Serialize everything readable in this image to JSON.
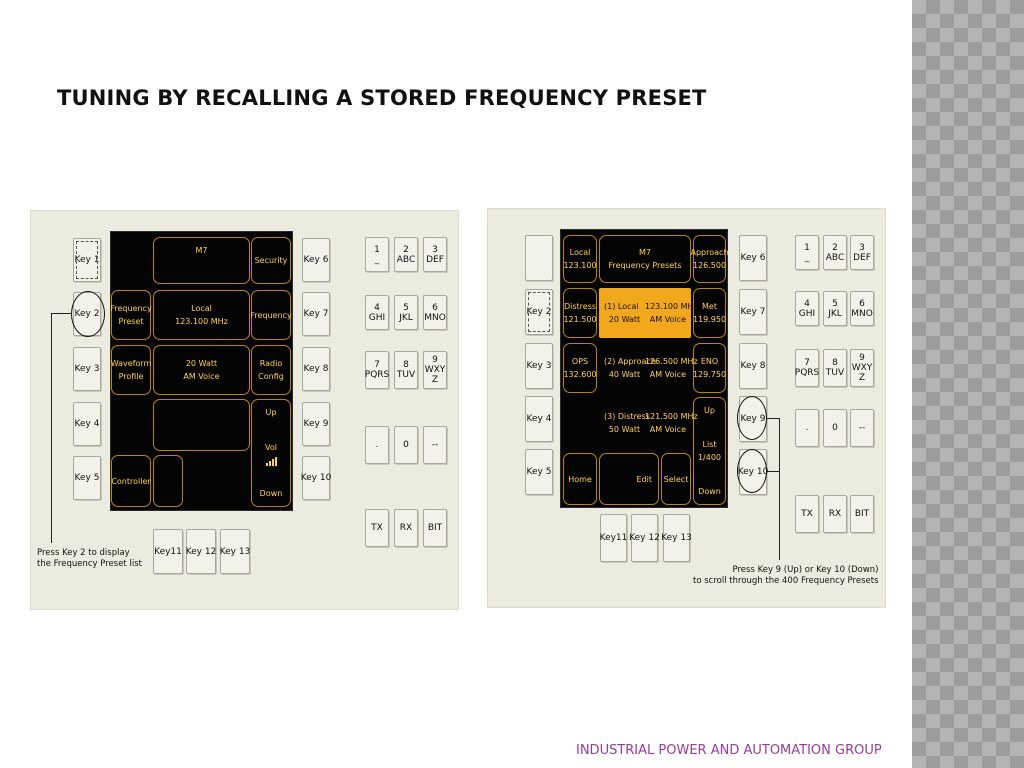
{
  "slide": {
    "title": "TUNING BY RECALLING A STORED FREQUENCY PRESET",
    "footer": "INDUSTRIAL POWER AND AUTOMATION GROUP"
  },
  "colors": {
    "sidebar_pattern": "#b4b4b4",
    "panel_bg": "#ecebdf",
    "screen_bg": "#050404",
    "cell_border": "#b8860b",
    "screen_text": "#ffd24a",
    "selected_row": "#f2a81d",
    "footer_text": "#9b3b9e"
  },
  "left": {
    "keys_left": [
      "Key 1",
      "Key 2",
      "Key 3",
      "Key 4",
      "Key 5"
    ],
    "keys_right": [
      "Key 6",
      "Key 7",
      "Key 8",
      "Key 9",
      "Key 10"
    ],
    "keys_bottom": [
      "Key11",
      "Key 12",
      "Key 13"
    ],
    "screen": {
      "m7": "M7",
      "security": "Security",
      "freq_preset": [
        "Frequency",
        "Preset"
      ],
      "local": [
        "Local",
        "123.100 MHz"
      ],
      "frequency": "Frequency",
      "waveform": [
        "Waveform",
        "Profile"
      ],
      "power": [
        "20 Watt",
        "AM Voice"
      ],
      "radio_config": [
        "Radio",
        "Config"
      ],
      "up": "Up",
      "vol": "Vol",
      "down": "Down",
      "controller": "Controller"
    },
    "keypad": [
      [
        "1",
        "_"
      ],
      [
        "2",
        "ABC"
      ],
      [
        "3",
        "DEF"
      ],
      [
        "4",
        "GHI"
      ],
      [
        "5",
        "JKL"
      ],
      [
        "6",
        "MNO"
      ],
      [
        "7",
        "PQRS"
      ],
      [
        "8",
        "TUV"
      ],
      [
        "9",
        "WXY",
        "Z"
      ],
      [
        "."
      ],
      [
        "0"
      ],
      [
        "--"
      ]
    ],
    "bottom_keys": [
      "TX",
      "RX",
      "BIT"
    ],
    "note": [
      "Press Key 2 to display",
      "the Frequency Preset list"
    ]
  },
  "right": {
    "keys_left": [
      "Key 2",
      "Key 3",
      "Key 4",
      "Key 5"
    ],
    "keys_right": [
      "Key 6",
      "Key 7",
      "Key 8",
      "Key 9",
      "Key 10"
    ],
    "keys_bottom": [
      "Key11",
      "Key 12",
      "Key 13"
    ],
    "screen": {
      "local": [
        "Local",
        "123.100"
      ],
      "m7": [
        "M7",
        "Frequency Presets"
      ],
      "approach": [
        "Approach",
        "126.500"
      ],
      "distress": [
        "Distress",
        "121.500"
      ],
      "row1": [
        "(1) Local",
        "123.100 MHz",
        "20 Watt",
        "AM Voice"
      ],
      "met": [
        "Met",
        "119.950"
      ],
      "ops": [
        "OPS",
        "132.600"
      ],
      "row2": [
        "(2) Approach",
        "126.500 MHz",
        "40 Watt",
        "AM Voice"
      ],
      "eno": [
        "ENO",
        "129.750"
      ],
      "row3": [
        "(3) Distress",
        "121.500 MHz",
        "50 Watt",
        "AM Voice"
      ],
      "up_list": [
        "Up",
        "List",
        "1/400",
        "Down"
      ],
      "home": "Home",
      "edit": "Edit",
      "select": "Select"
    },
    "keypad": [
      [
        "1",
        "_"
      ],
      [
        "2",
        "ABC"
      ],
      [
        "3",
        "DEF"
      ],
      [
        "4",
        "GHI"
      ],
      [
        "5",
        "JKL"
      ],
      [
        "6",
        "MNO"
      ],
      [
        "7",
        "PQRS"
      ],
      [
        "8",
        "TUV"
      ],
      [
        "9",
        "WXY",
        "Z"
      ],
      [
        "."
      ],
      [
        "0"
      ],
      [
        "--"
      ]
    ],
    "bottom_keys": [
      "TX",
      "RX",
      "BIT"
    ],
    "note": [
      "Press Key 9 (Up) or Key 10 (Down)",
      "to scroll through the 400 Frequency Presets"
    ]
  }
}
